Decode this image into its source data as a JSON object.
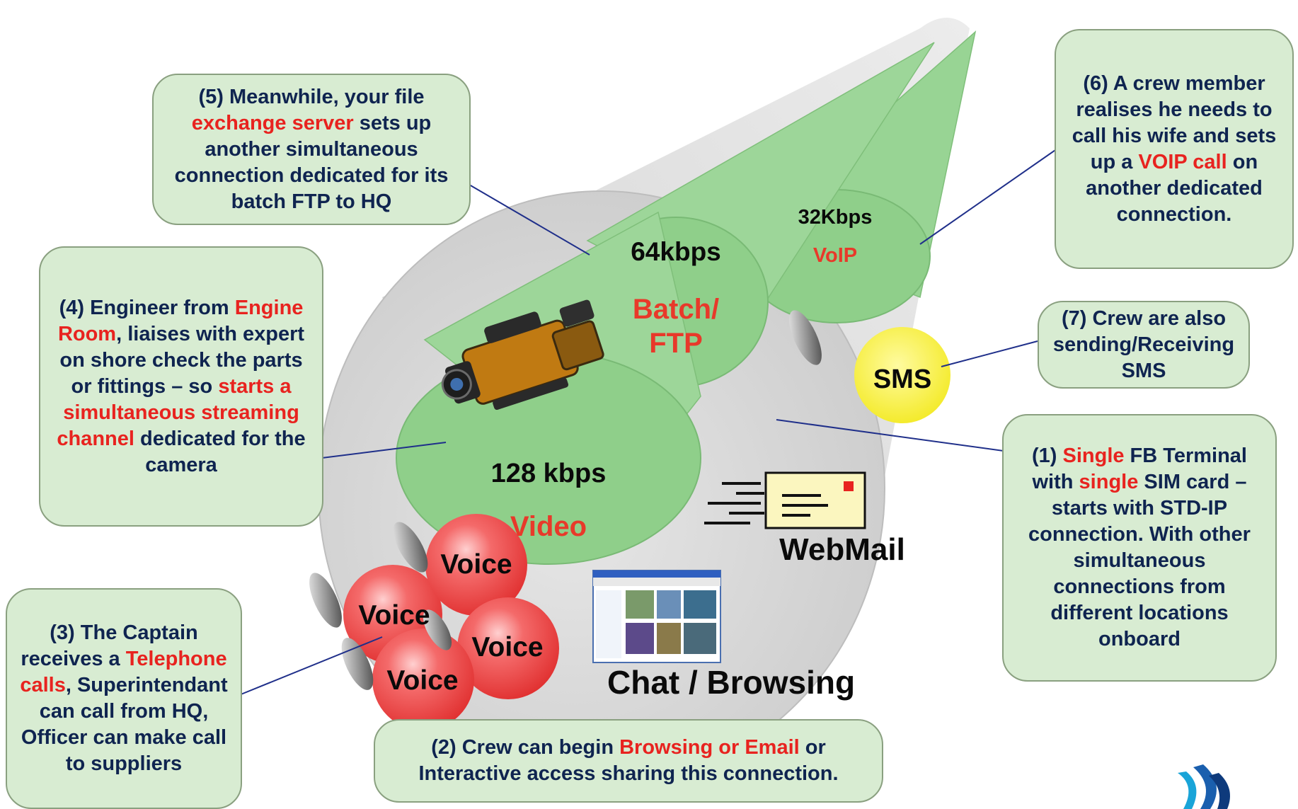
{
  "callouts": {
    "c5": {
      "parts": [
        {
          "t": "(5) Meanwhile, your file "
        },
        {
          "t": "exchange server",
          "red": true
        },
        {
          "t": " sets up another simultaneous connection dedicated for its batch FTP to HQ"
        }
      ]
    },
    "c6": {
      "parts": [
        {
          "t": "(6) A crew member realises he needs to call his wife and sets up a "
        },
        {
          "t": "VOIP call",
          "red": true
        },
        {
          "t": " on another dedicated connection."
        }
      ]
    },
    "c4": {
      "parts": [
        {
          "t": "(4) Engineer from "
        },
        {
          "t": "Engine Room",
          "red": true
        },
        {
          "t": ", liaises with expert on shore check the parts or fittings – so "
        },
        {
          "t": "starts a simultaneous streaming channel",
          "red": true
        },
        {
          "t": " dedicated for the camera"
        }
      ]
    },
    "c7": {
      "parts": [
        {
          "t": "(7) Crew are also sending/Receiving SMS"
        }
      ]
    },
    "c1": {
      "parts": [
        {
          "t": "(1) "
        },
        {
          "t": "Single",
          "red": true
        },
        {
          "t": " FB Terminal with "
        },
        {
          "t": "single",
          "red": true
        },
        {
          "t": " SIM card – starts with STD-IP connection. With other simultaneous connections from different locations onboard"
        }
      ]
    },
    "c3": {
      "parts": [
        {
          "t": "(3) The Captain receives a "
        },
        {
          "t": "Telephone calls",
          "red": true
        },
        {
          "t": ", Superintendant can call from HQ, Officer can make call to suppliers"
        }
      ]
    },
    "c2": {
      "parts": [
        {
          "t": "(2) Crew can begin "
        },
        {
          "t": "Browsing or Email",
          "red": true
        },
        {
          "t": " or Interactive access sharing this connection."
        }
      ]
    }
  },
  "channels": {
    "batch": {
      "speed": "64kbps",
      "name": "Batch/\nFTP"
    },
    "voip": {
      "speed": "32Kbps",
      "name": "VoIP"
    },
    "video": {
      "speed": "128 kbps",
      "name": "Video"
    }
  },
  "services": {
    "sms": "SMS",
    "webmail": "WebMail",
    "chat": "Chat / Browsing",
    "voice": [
      "Voice",
      "Voice",
      "Voice",
      "Voice"
    ]
  },
  "colors": {
    "callout_fill": "#d8ecd2",
    "callout_text": "#0f2450",
    "highlight_text": "#e8231f",
    "channel_green": "#8fcf8a",
    "sms_yellow": "#f7f03a",
    "voice_red": "#f04848",
    "pipe_grey": "#d6d6d6"
  },
  "icons": [
    "video-camera-icon",
    "phone-handset-icon",
    "envelope-icon",
    "browser-screenshot-icon",
    "company-logo-icon"
  ]
}
